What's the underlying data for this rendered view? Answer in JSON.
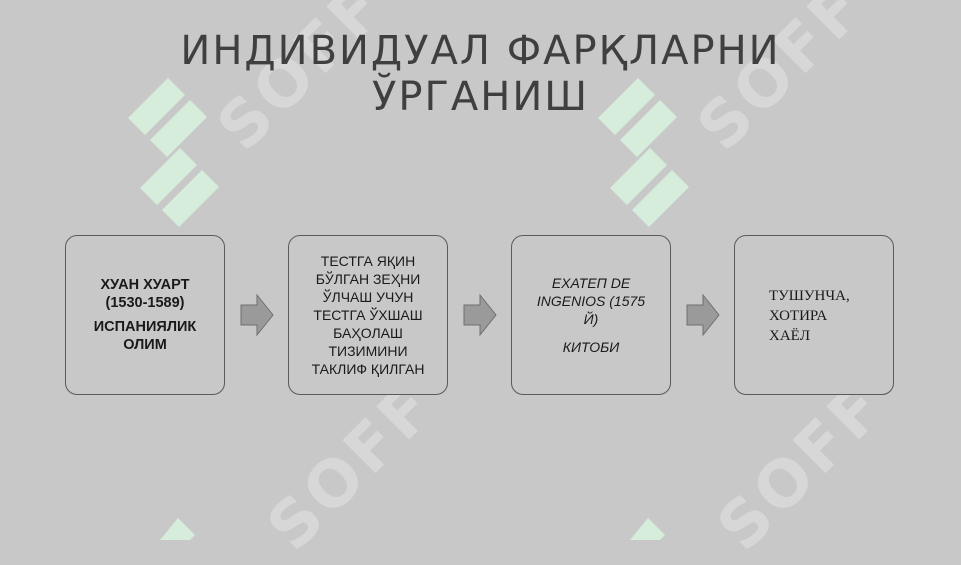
{
  "title": {
    "line1": "ИНДИВИДУАЛ ФАРҚЛАРНИ",
    "line2": "ЎРГАНИШ"
  },
  "watermark": {
    "text": "SOFF",
    "color": "#d9d9d9",
    "logo_color": "#d8ecde"
  },
  "steps": [
    {
      "lines": [
        "ХУАН ХУАРТ",
        "(1530-1589)"
      ],
      "lines2": [
        "ИСПАНИЯЛИК",
        "ОЛИМ"
      ]
    },
    {
      "lines": [
        "ТЕСТГА ЯҚИН",
        "БЎЛГАН ЗЕҲНИ",
        "ЎЛЧАШ УЧУН",
        "ТЕСТГА ЎХШАШ",
        "БАҲОЛАШ",
        "ТИЗИМИНИ",
        "ТАКЛИФ ҚИЛГАН"
      ]
    },
    {
      "lines": [
        "EXATEП DE",
        "INGENIOS (1575",
        "Й)"
      ],
      "lines2": [
        "КИТОБИ"
      ]
    },
    {
      "lines": [
        "ТУШУНЧА,",
        "ХОТИРА",
        "ХАЁЛ"
      ]
    }
  ],
  "colors": {
    "background": "#c8c8c8",
    "border": "#5a5a5a",
    "arrow": "#9a9a9a"
  }
}
